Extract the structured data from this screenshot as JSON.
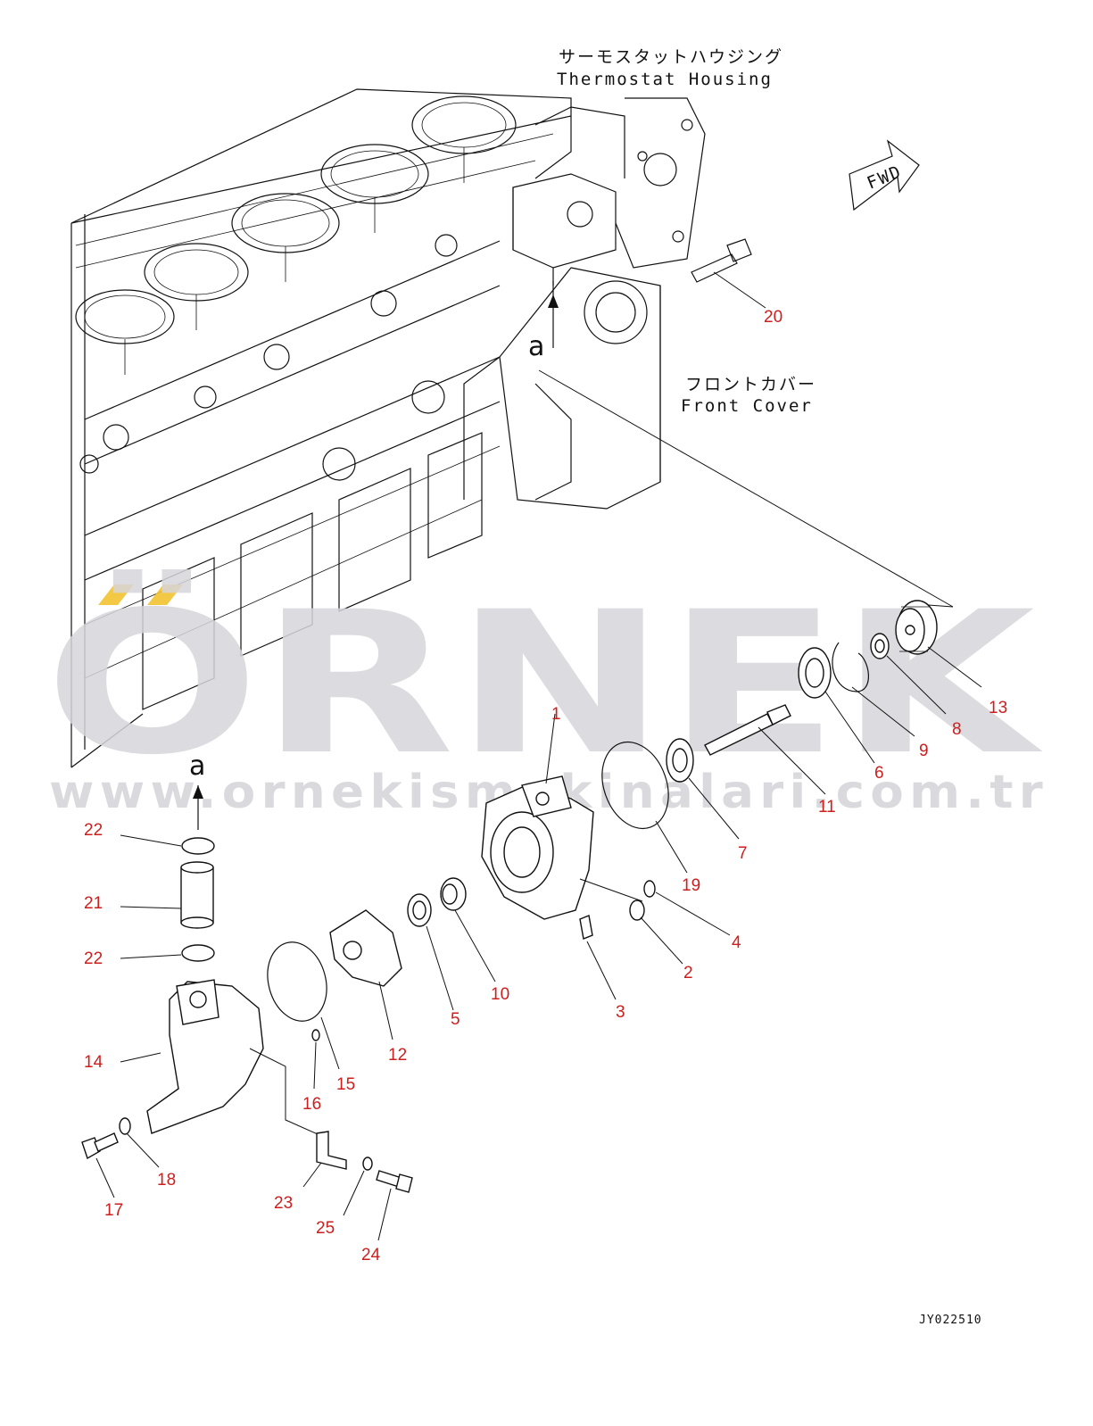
{
  "labels": {
    "thermostat_housing_jp": "サーモスタットハウジング",
    "thermostat_housing_en": "Thermostat Housing",
    "front_cover_jp": "フロントカバー",
    "front_cover_en": "Front Cover",
    "fwd": "FWD",
    "view_a_top": "a",
    "view_a_bottom": "a",
    "drawing_ref": "JY022510"
  },
  "watermark": {
    "brand": "ÖRNEK",
    "url": "www.ornekismakinalari.com.tr"
  },
  "callouts": [
    "1",
    "2",
    "3",
    "4",
    "5",
    "6",
    "7",
    "8",
    "9",
    "10",
    "11",
    "12",
    "13",
    "14",
    "15",
    "16",
    "17",
    "18",
    "19",
    "20",
    "21",
    "22",
    "22",
    "23",
    "24",
    "25"
  ],
  "colors": {
    "callout": "#cc1f1f",
    "line": "#111111",
    "watermark": "#d7d6db",
    "watermark_accent": "#f2c230"
  }
}
